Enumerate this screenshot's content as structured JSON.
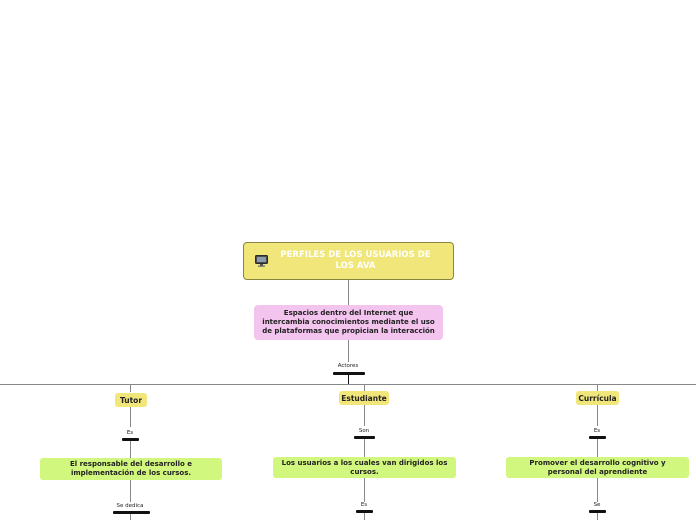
{
  "root": {
    "title": "PERFILES DE LOS USUARIOS DE LOS AVA",
    "icon": "monitor-icon"
  },
  "definition": "Espacios dentro del Internet que intercambia  conocimientos mediante el uso de plataformas que propician la interacción",
  "actors_link": "Actores",
  "branches": [
    {
      "name": "Tutor",
      "link": "Es",
      "description": "El responsable del desarrollo e implementación de los cursos.",
      "next_link": "Se dedica"
    },
    {
      "name": "Estudiante",
      "link": "Son",
      "description": "Los usuarios a los cuales van dirigidos los cursos.",
      "next_link": "Es"
    },
    {
      "name": "Currícula",
      "link": "Es",
      "description": "Promover el desarrollo cognitivo y personal del aprendiente",
      "next_link": "Se"
    }
  ],
  "colors": {
    "root": "#f1e67a",
    "definition": "#f3c4ee",
    "branch": "#f1e67a",
    "description": "#d2f77f"
  }
}
